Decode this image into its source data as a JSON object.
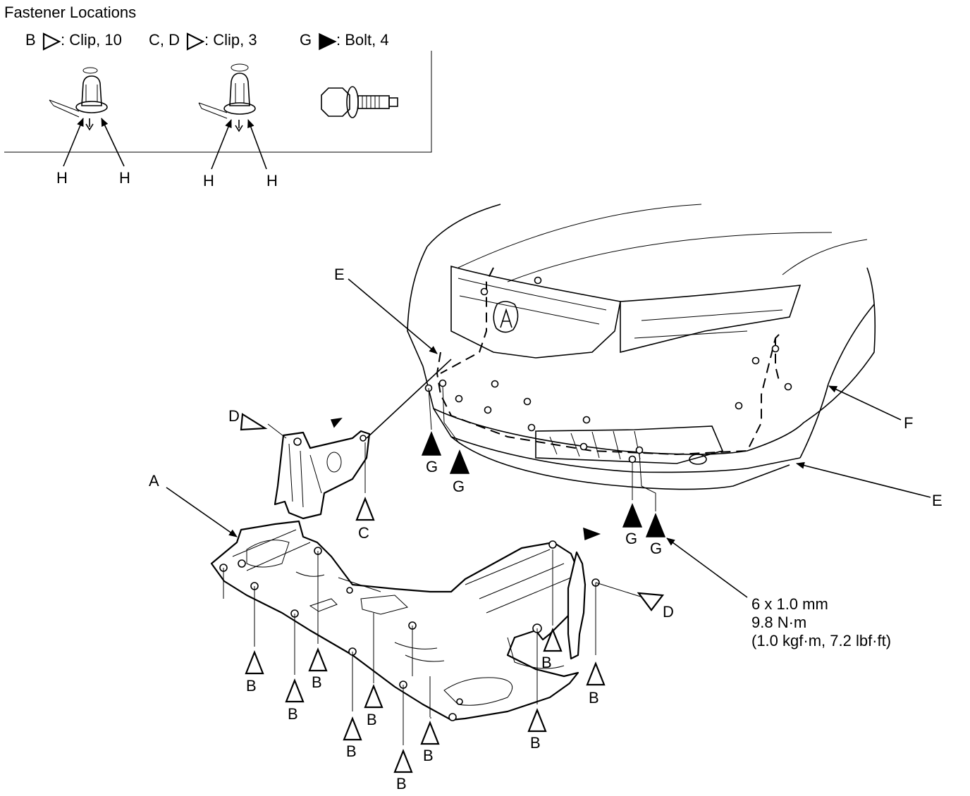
{
  "legend": {
    "title": "Fastener Locations",
    "items": [
      {
        "letter": "B",
        "type": "clip",
        "text": ": Clip, 10"
      },
      {
        "letter": "C, D",
        "type": "clip",
        "text": ": Clip, 3"
      },
      {
        "letter": "G",
        "type": "bolt",
        "text": ": Bolt, 4"
      }
    ],
    "detail_labels": [
      "H",
      "H",
      "H",
      "H"
    ]
  },
  "part_labels": {
    "a": "A",
    "e_upper": "E",
    "e_lower": "E",
    "f": "F",
    "c": "C",
    "d_upper": "D",
    "d_lower": "D"
  },
  "fastener_callouts": {
    "b": "B",
    "g": "G"
  },
  "spec": {
    "size": "6 x 1.0 mm",
    "torque_nm": "9.8 N·m",
    "torque_alt": "(1.0 kgf·m, 7.2 lbf·ft)"
  }
}
